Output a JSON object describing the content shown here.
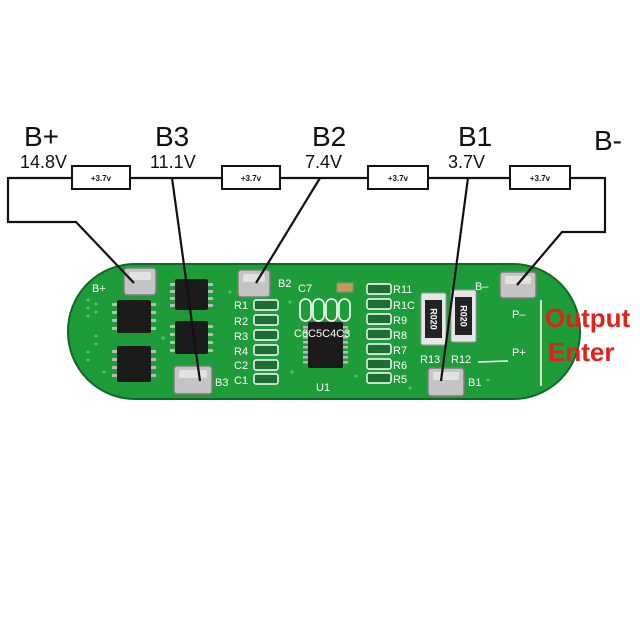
{
  "diagram": {
    "terminals": [
      {
        "label": "B+",
        "voltage": "14.8V"
      },
      {
        "label": "B3",
        "voltage": "11.1V"
      },
      {
        "label": "B2",
        "voltage": "7.4V"
      },
      {
        "label": "B1",
        "voltage": "3.7V"
      },
      {
        "label": "B-"
      }
    ],
    "cells": [
      {
        "label": "+3.7v"
      },
      {
        "label": "+3.7v"
      },
      {
        "label": "+3.7v"
      },
      {
        "label": "+3.7v"
      }
    ]
  },
  "board": {
    "pads": {
      "b_plus": "B+",
      "b3": "B3",
      "b2": "B2",
      "b1": "B1",
      "b_minus": "B–",
      "p_minus": "P–",
      "p_plus": "P+"
    },
    "left_column": [
      "R1",
      "R2",
      "R3",
      "R4",
      "C2",
      "C1"
    ],
    "right_column": [
      "R11",
      "R1C",
      "R9",
      "R8",
      "R7",
      "R6",
      "R5"
    ],
    "capacitor_group": "C6C5C4C3",
    "c7": "C7",
    "u1": "U1",
    "shunts": [
      {
        "marking": "R020",
        "ref": "R13"
      },
      {
        "marking": "R020",
        "ref": "R12"
      }
    ]
  },
  "annotations": {
    "output": "Output",
    "enter": "Enter"
  },
  "colors": {
    "pcb": "#1f9c3a",
    "pcb_edge": "#0d6a24",
    "annotation": "#e3211c",
    "wire": "#111111",
    "silkscreen": "#ffffff",
    "pad": "#c4c4c4"
  }
}
